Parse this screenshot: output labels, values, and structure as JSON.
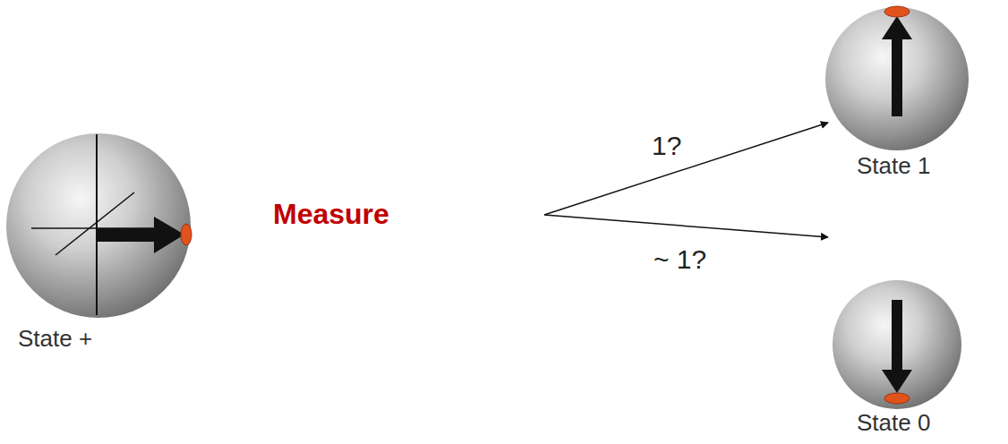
{
  "diagram": {
    "nodes": [
      {
        "text": [
          "State +"
        ]
      },
      {
        "text": [
          "State 1"
        ]
      },
      {
        "text": [
          "State 0"
        ]
      }
    ],
    "labels": [
      "Measure",
      "1?",
      "~ 1?"
    ]
  }
}
